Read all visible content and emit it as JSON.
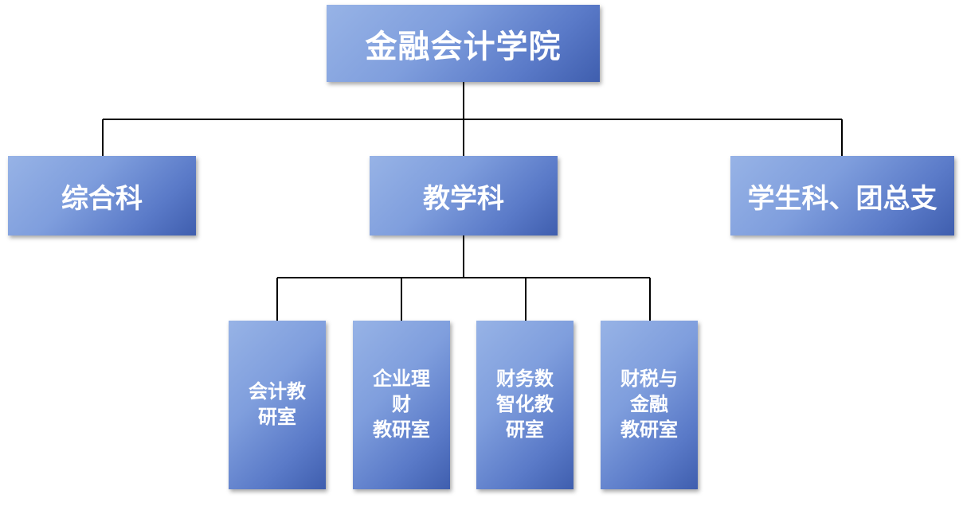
{
  "root": {
    "label": "金融会计学院"
  },
  "departments": [
    {
      "label": "综合科"
    },
    {
      "label": "教学科"
    },
    {
      "label": "学生科、团总支"
    }
  ],
  "offices": [
    {
      "lines": [
        "会计教",
        "研室"
      ]
    },
    {
      "lines": [
        "企业理",
        "财",
        "教研室"
      ]
    },
    {
      "lines": [
        "财务数",
        "智化教",
        "研室"
      ]
    },
    {
      "lines": [
        "财税与",
        "金融",
        "教研室"
      ]
    }
  ]
}
